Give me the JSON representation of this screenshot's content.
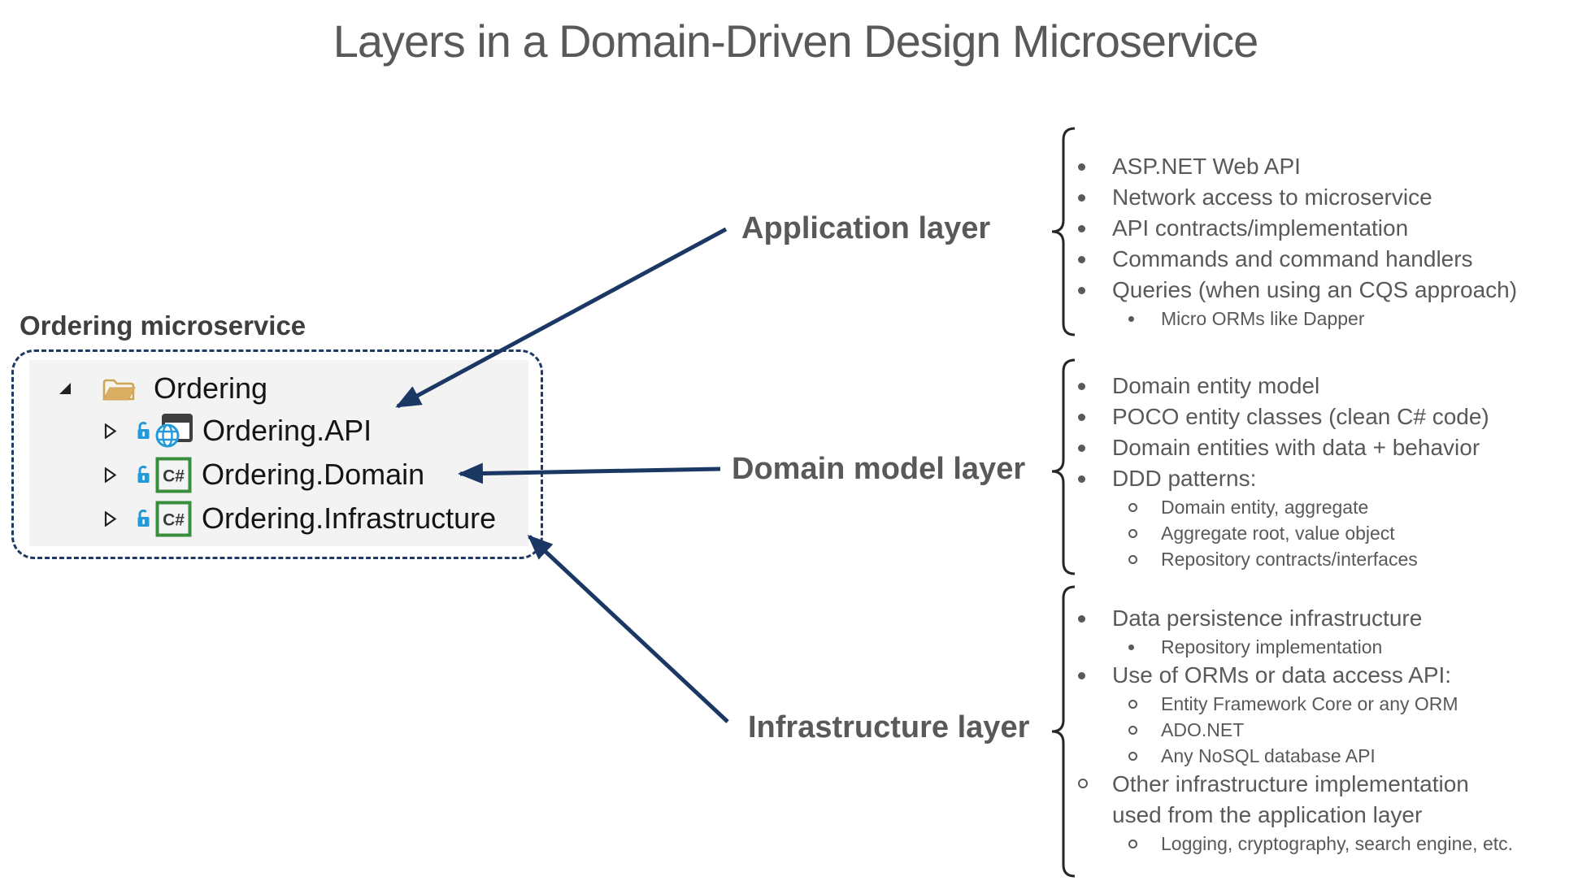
{
  "title": "Layers in a Domain-Driven Design Microservice",
  "solution": {
    "heading": "Ordering microservice",
    "tree": [
      {
        "label": "Ordering",
        "icon": "folder-open-icon",
        "expander": "expanded"
      },
      {
        "label": "Ordering.API",
        "icon": "web-project-icon",
        "expander": "collapsed"
      },
      {
        "label": "Ordering.Domain",
        "icon": "csharp-project-icon",
        "expander": "collapsed"
      },
      {
        "label": "Ordering.Infrastructure",
        "icon": "csharp-project-icon",
        "expander": "collapsed"
      }
    ],
    "csharp_badge": "C#"
  },
  "layers": [
    {
      "label": "Application layer",
      "items": [
        {
          "level": 1,
          "bullet": "dot",
          "text": "ASP.NET Web API"
        },
        {
          "level": 1,
          "bullet": "dot",
          "text": "Network access to microservice"
        },
        {
          "level": 1,
          "bullet": "dot",
          "text": "API contracts/implementation"
        },
        {
          "level": 1,
          "bullet": "dot",
          "text": "Commands and command handlers"
        },
        {
          "level": 1,
          "bullet": "dot",
          "text": "Queries (when using an CQS approach)"
        },
        {
          "level": 2,
          "bullet": "dot",
          "text": "Micro ORMs like Dapper"
        }
      ]
    },
    {
      "label": "Domain model layer",
      "items": [
        {
          "level": 1,
          "bullet": "dot",
          "text": "Domain entity model"
        },
        {
          "level": 1,
          "bullet": "dot",
          "text": "POCO entity classes (clean C# code)"
        },
        {
          "level": 1,
          "bullet": "dot",
          "text": "Domain entities with data + behavior"
        },
        {
          "level": 1,
          "bullet": "dot",
          "text": "DDD patterns:"
        },
        {
          "level": 2,
          "bullet": "circle",
          "text": "Domain entity, aggregate"
        },
        {
          "level": 2,
          "bullet": "circle",
          "text": "Aggregate root, value object"
        },
        {
          "level": 2,
          "bullet": "circle",
          "text": "Repository contracts/interfaces"
        }
      ]
    },
    {
      "label": "Infrastructure layer",
      "items": [
        {
          "level": 1,
          "bullet": "dot",
          "text": "Data persistence infrastructure"
        },
        {
          "level": 2,
          "bullet": "dot",
          "text": "Repository implementation"
        },
        {
          "level": 1,
          "bullet": "dot",
          "text": "Use of ORMs or data access API:"
        },
        {
          "level": 2,
          "bullet": "circle",
          "text": "Entity Framework Core or any ORM"
        },
        {
          "level": 2,
          "bullet": "circle",
          "text": "ADO.NET"
        },
        {
          "level": 2,
          "bullet": "circle",
          "text": "Any NoSQL database API"
        },
        {
          "level": 1,
          "bullet": "circle",
          "text": "Other infrastructure implementation used from the application layer"
        },
        {
          "level": 2,
          "bullet": "circle",
          "text": "Logging, cryptography, search engine, etc."
        }
      ]
    }
  ],
  "colors": {
    "navy": "#1B3764",
    "azure": "#259AD6",
    "green": "#388E3C",
    "folder_tan": "#D9AE63",
    "text_gray": "#595959",
    "tree_bg": "#F3F3F3",
    "brace_black": "#262626"
  }
}
